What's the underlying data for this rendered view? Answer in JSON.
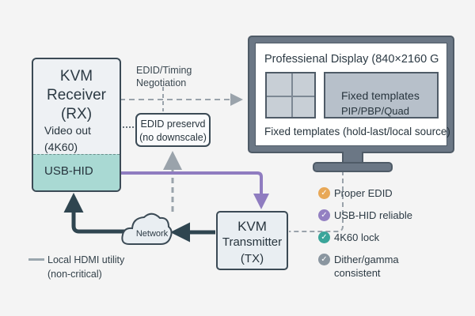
{
  "receiver": {
    "title_line1": "KVM",
    "title_line2": "Receiver",
    "title_line3": "(RX)",
    "video_line1": "Video out",
    "video_line2": "(4K60)",
    "usb": "USB-HID"
  },
  "edid_note": {
    "line1": "EDID/Timing",
    "line2": "Negotiation"
  },
  "edid_box": {
    "line1": "EDID preservd",
    "line2": "(no downscale)"
  },
  "display": {
    "title": "Professienal Display (840×2160 G",
    "template_line1": "Fixed templates",
    "template_line2": "PIP/PBP/Quad",
    "bottom": "Fixed templates (hold-last/local source)"
  },
  "transmitter": {
    "line1": "KVM",
    "line2": "Transmitter",
    "line3": "(TX)"
  },
  "network": "Network",
  "legend": {
    "line1": "Local HDMI utility",
    "line2": "(non-critical)"
  },
  "checklist": [
    {
      "label": "Proper EDID",
      "color": "#e8a857"
    },
    {
      "label": "USB-HID reliable",
      "color": "#9380c2"
    },
    {
      "label": "4K60 lock",
      "color": "#3aa59a"
    },
    {
      "label": "Dither/gamma consistent",
      "color": "#8a96a0"
    }
  ],
  "colors": {
    "usb_link": "#8f7cc0",
    "video_link": "#2f4550",
    "dashed": "#9aa3ab",
    "teal": "#a9d9d3"
  }
}
